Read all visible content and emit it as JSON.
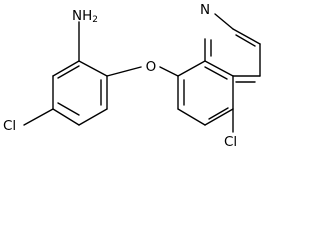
{
  "molecule": {
    "atom_labels": {
      "amine": "NH",
      "amine_subscript": "2",
      "ether_oxygen": "O",
      "ring_nitrogen": "N",
      "chloro_left": "Cl",
      "chloro_right": "Cl"
    }
  }
}
